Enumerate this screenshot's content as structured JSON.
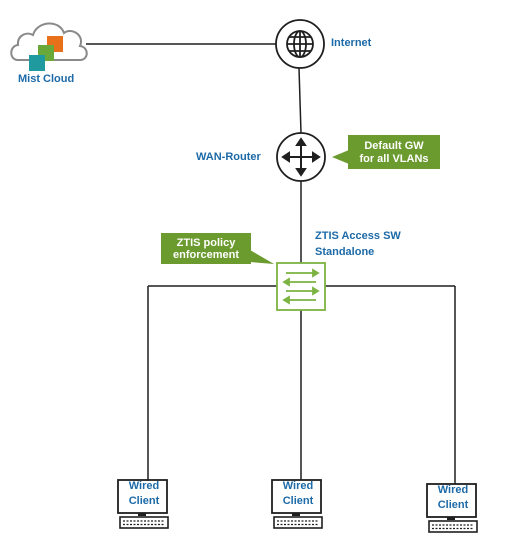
{
  "nodes": {
    "cloud": {
      "label": "Mist Cloud"
    },
    "internet": {
      "label": "Internet"
    },
    "router": {
      "label": "WAN-Router"
    },
    "switch": {
      "label_line1": "ZTIS Access SW",
      "label_line2": "Standalone"
    }
  },
  "callouts": {
    "gateway": {
      "line1": "Default GW",
      "line2": "for all VLANs"
    },
    "policy": {
      "line1": "ZTIS policy",
      "line2": "enforcement"
    }
  },
  "clients": [
    {
      "line1": "Wired",
      "line2": "Client"
    },
    {
      "line1": "Wired",
      "line2": "Client"
    },
    {
      "line1": "Wired",
      "line2": "Client"
    }
  ],
  "colors": {
    "label_blue": "#1c6aa8",
    "callout_green": "#6b9a2e",
    "switch_green": "#7cb342",
    "line": "#1f1f1f",
    "cloud_orange": "#e8701a",
    "cloud_green": "#6aa83a",
    "cloud_teal": "#1f9a9f"
  }
}
